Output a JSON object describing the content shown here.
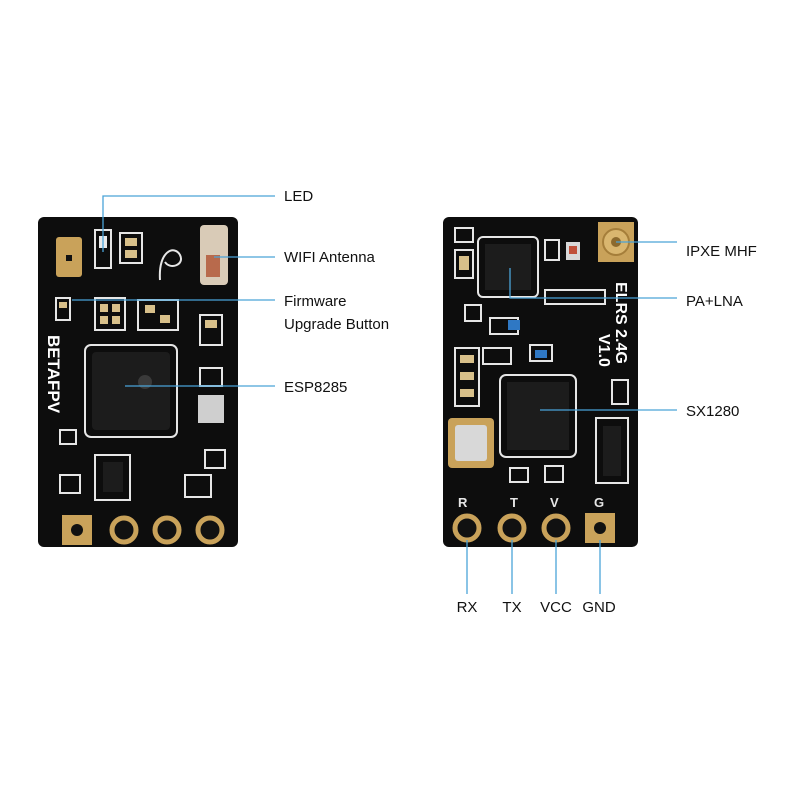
{
  "left_board": {
    "brand_text": "BETAFPV",
    "callouts": {
      "led": "LED",
      "wifi_antenna": "WIFI Antenna",
      "firmware_line1": "Firmware",
      "firmware_line2": "Upgrade Button",
      "esp": "ESP8285"
    }
  },
  "right_board": {
    "silk_line1": "ELRS 2.4G",
    "silk_line2": "V1.0",
    "pad_letters": [
      "R",
      "T",
      "V",
      "G"
    ],
    "callouts": {
      "ipxe": "IPXE MHF",
      "pa_lna": "PA+LNA",
      "sx": "SX1280"
    },
    "pin_labels": [
      "RX",
      "TX",
      "VCC",
      "GND"
    ]
  },
  "colors": {
    "board": "#0d0d0d",
    "leader": "#4aa3d8",
    "gold": "#c9a25a"
  }
}
